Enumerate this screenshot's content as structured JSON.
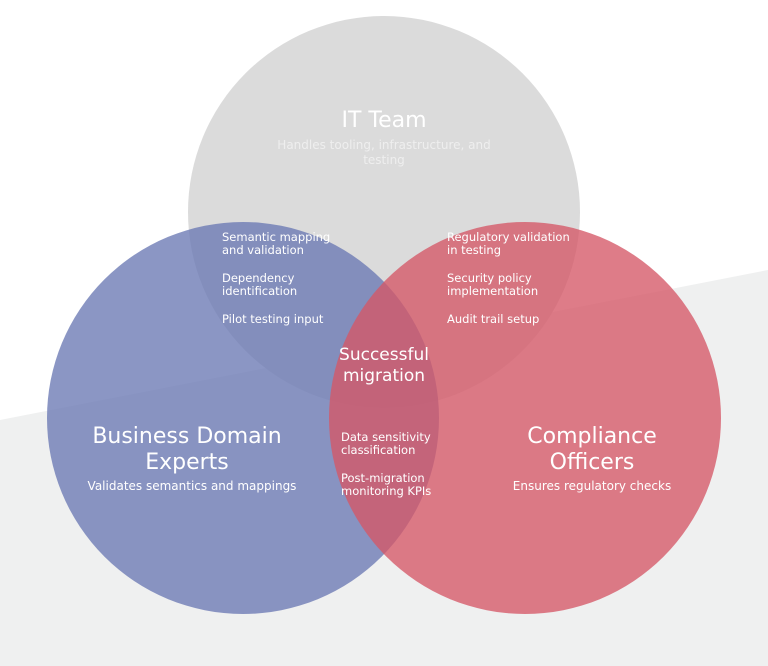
{
  "colors": {
    "background_band": "#eff0f0",
    "it_team_circle": "#d9d9d9",
    "business_circle": "#6a78b4",
    "compliance_circle": "#d55767"
  },
  "it_team": {
    "title": "IT Team",
    "description": "Handles tooling, infrastructure, and testing"
  },
  "business": {
    "title": "Business Domain Experts",
    "description": "Validates semantics and mappings"
  },
  "compliance": {
    "title": "Compliance Officers",
    "description": "Ensures regulatory checks"
  },
  "overlap_it_business": {
    "items": [
      "Semantic mapping and validation",
      "Dependency identification",
      "Pilot testing input"
    ]
  },
  "overlap_it_compliance": {
    "items": [
      "Regulatory validation in testing",
      "Security policy implementation",
      "Audit trail setup"
    ]
  },
  "overlap_business_compliance": {
    "items": [
      "Data sensitivity classification",
      "Post-migration monitoring KPIs"
    ]
  },
  "center": {
    "label": "Successful migration"
  }
}
